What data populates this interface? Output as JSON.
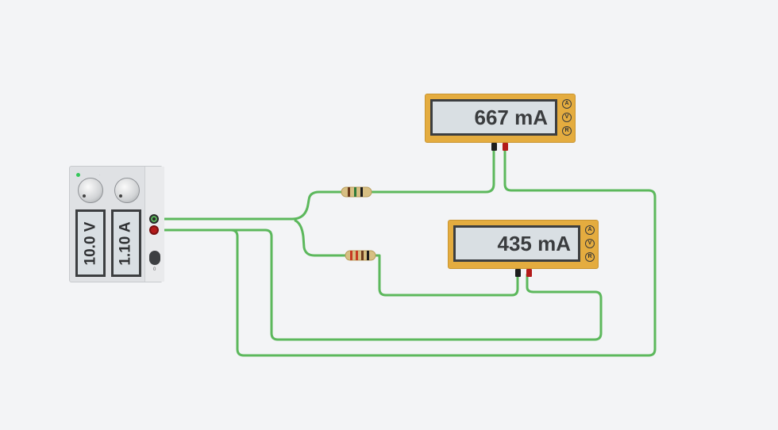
{
  "power_supply": {
    "voltage_display": "10.0 V",
    "current_display": "1.10 A",
    "switch_label": "0",
    "colors": {
      "positive": "#b31a1a",
      "negative": "#1d1d1d",
      "led": "#34c759"
    }
  },
  "multimeters": [
    {
      "reading": "667 mA",
      "mode_buttons": [
        "A",
        "V",
        "R"
      ]
    },
    {
      "reading": "435 mA",
      "mode_buttons": [
        "A",
        "V",
        "R"
      ]
    }
  ],
  "resistors": [
    {
      "bands": [
        "#6b3a1c",
        "#2f7a3a",
        "#1c1c1c"
      ]
    },
    {
      "bands": [
        "#c73a22",
        "#c73a22",
        "#6b3a1c",
        "#1c1c1c"
      ]
    }
  ],
  "colors": {
    "wire": "#5cb85c",
    "meter_body": "#e4ac3f",
    "background": "#f3f4f6"
  }
}
